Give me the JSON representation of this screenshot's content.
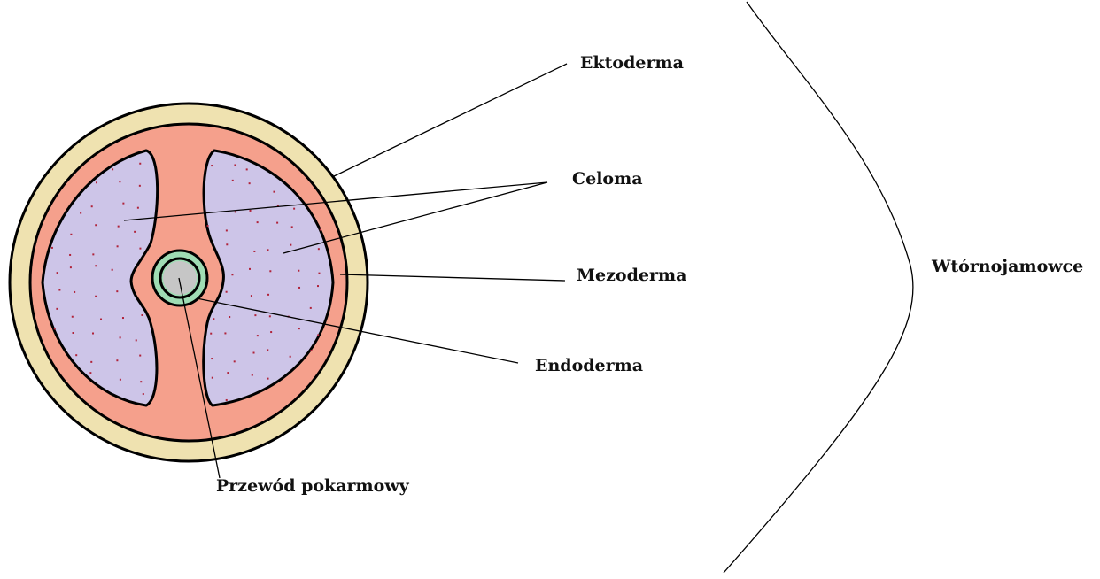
{
  "labels": {
    "ektoderma": "Ektoderma",
    "celoma": "Celoma",
    "mezoderma": "Mezoderma",
    "endoderma": "Endoderma",
    "przewod": "Przewód pokarmowy",
    "group": "Wtórnojamowce"
  },
  "colors": {
    "ektoderma": "#efe2b0",
    "mezoderma": "#f5a08c",
    "celoma": "#cdc5e8",
    "celoma_dots": "#b0233a",
    "endoderma": "#9fdcb4",
    "lumen": "#c6c6c6",
    "outline": "#000000"
  }
}
